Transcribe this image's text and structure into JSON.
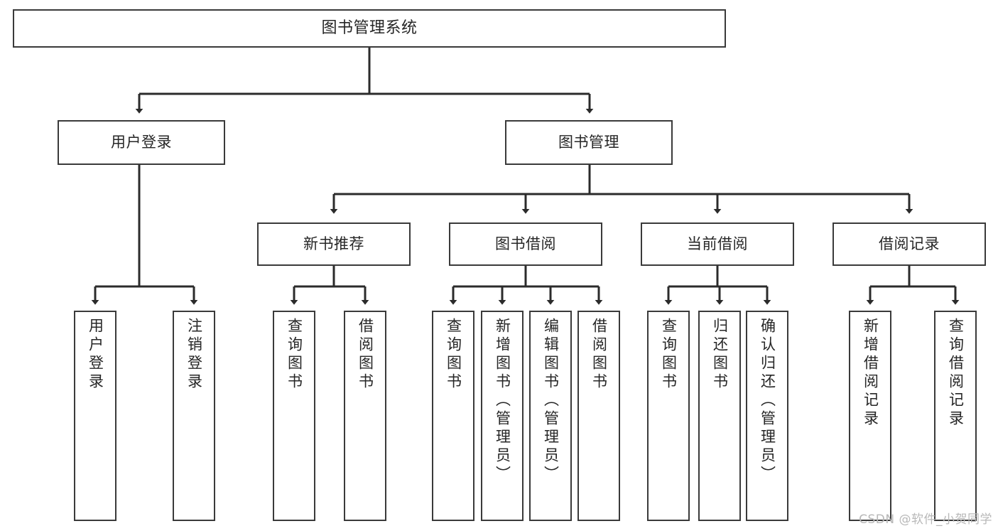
{
  "diagram": {
    "title": "图书管理系统",
    "type": "tree-hierarchy-chart",
    "watermark": "CSDN @软件_小贺同学",
    "colors": {
      "box_border": "#3a3a3a",
      "box_fill": "#ffffff",
      "edge": "#2b2b2b",
      "text": "#262626",
      "watermark": "#b8b8b8",
      "background": "#ffffff"
    },
    "levels": {
      "root": {
        "label": "图书管理系统"
      },
      "level2": [
        {
          "label": "用户登录"
        },
        {
          "label": "图书管理"
        }
      ],
      "level3": [
        {
          "label": "新书推荐"
        },
        {
          "label": "图书借阅"
        },
        {
          "label": "当前借阅"
        },
        {
          "label": "借阅记录"
        }
      ],
      "leaves": {
        "user_login": [
          {
            "label": "用户登录"
          },
          {
            "label": "注销登录"
          }
        ],
        "new_book_recommend": [
          {
            "label": "查询图书"
          },
          {
            "label": "借阅图书"
          }
        ],
        "book_borrow": [
          {
            "label": "查询图书"
          },
          {
            "label": "新增图书（管理员）"
          },
          {
            "label": "编辑图书（管理员）"
          },
          {
            "label": "借阅图书"
          }
        ],
        "current_borrow": [
          {
            "label": "查询图书"
          },
          {
            "label": "归还图书"
          },
          {
            "label": "确认归还（管理员）"
          }
        ],
        "borrow_record": [
          {
            "label": "新增借阅记录"
          },
          {
            "label": "查询借阅记录"
          }
        ]
      }
    }
  }
}
